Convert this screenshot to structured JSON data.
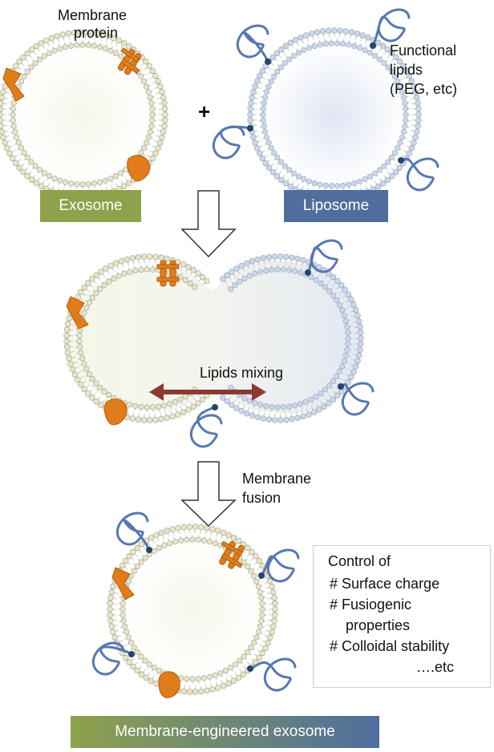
{
  "labels": {
    "membrane_protein_line1": "Membrane",
    "membrane_protein_line2": "protein",
    "functional_lipids_line1": "Functional",
    "functional_lipids_line2": "lipids",
    "functional_lipids_line3": "(PEG, etc)",
    "plus": "+",
    "exosome": "Exosome",
    "liposome": "Liposome",
    "lipids_mixing": "Lipids mixing",
    "membrane_fusion_line1": "Membrane",
    "membrane_fusion_line2": "fusion",
    "result": "Membrane-engineered exosome"
  },
  "control_box": {
    "line1": "Control of",
    "line2": "# Surface charge",
    "line3": "# Fusiogenic",
    "line4": "properties",
    "line5": "# Colloidal stability",
    "line6": "….etc"
  },
  "colors": {
    "exosome_green": "#8ea14b",
    "liposome_blue": "#4f6e9e",
    "protein_orange": "#e07d1a",
    "peg_blue": "#5578b0",
    "arrow_red": "#8b3a33",
    "lipid_head_cream": "#e7e6cd",
    "lipid_head_blue": "#cdd7e6"
  }
}
